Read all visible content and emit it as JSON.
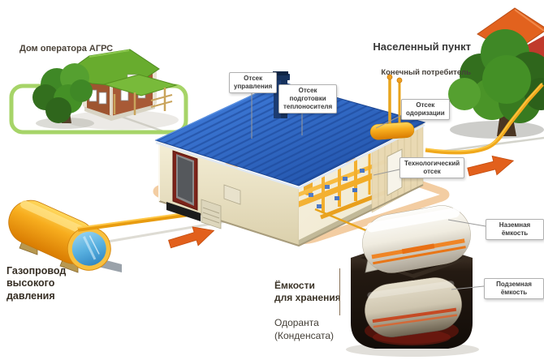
{
  "labels": {
    "operator_house": "Дом оператора АГРС",
    "settlement_title": "Населенный пункт",
    "settlement_subtitle": "Конечный потребитель",
    "pipeline": "Газопровод\nвысокого\nдавления",
    "storage_tanks_bold": "Ёмкости\nдля хранения",
    "storage_tanks_regular": "Одоранта\n(Конденсата)"
  },
  "callouts": {
    "control": "Отсек\nуправления",
    "heat_prep": "Отсек\nподготовки\nтеплоносителя",
    "odorization": "Отсек\nодоризации",
    "technological": "Технологический\nотсек",
    "above_ground": "Наземная ёмкость",
    "underground": "Подземная ёмкость"
  },
  "colors": {
    "roof_blue": "#2a64c4",
    "pipe_yellow": "#f2a81c",
    "arrow_orange": "#e2601c",
    "ring_green": "#a6d468",
    "path_peach": "#f3cda2",
    "wall_cream": "#efe7cc",
    "brick_red": "#a85a36",
    "house_roof_green": "#68ac2e",
    "settlement_roof_orange": "#e2621e",
    "tank_white": "#f1ede2",
    "tank_stripe_orange": "#ef8526",
    "underground_box_dark": "#1e1410"
  }
}
